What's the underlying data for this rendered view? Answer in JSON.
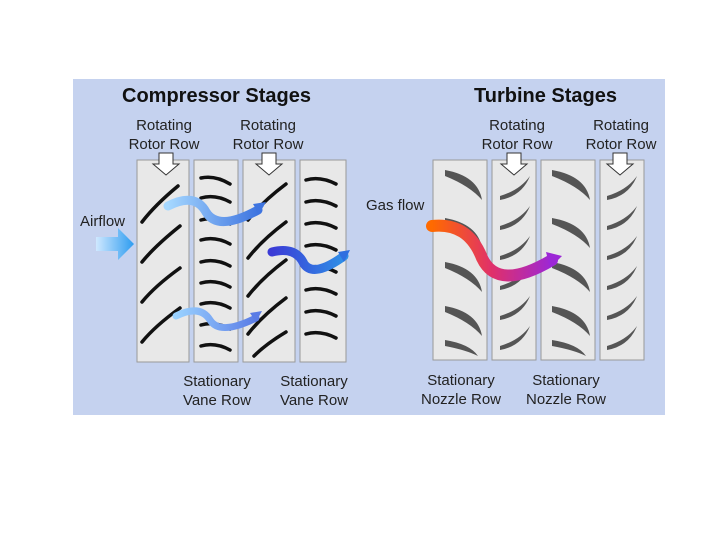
{
  "titles": {
    "compressor": "Compressor Stages",
    "turbine": "Turbine Stages"
  },
  "labels": {
    "compressor_rotor_1": [
      "Rotating",
      "Rotor Row"
    ],
    "compressor_rotor_2": [
      "Rotating",
      "Rotor Row"
    ],
    "turbine_rotor_1": [
      "Rotating",
      "Rotor Row"
    ],
    "turbine_rotor_2": [
      "Rotating",
      "Rotor Row"
    ],
    "compressor_vane_1": [
      "Stationary",
      "Vane Row"
    ],
    "compressor_vane_2": [
      "Stationary",
      "Vane Row"
    ],
    "turbine_nozzle_1": [
      "Stationary",
      "Nozzle Row"
    ],
    "turbine_nozzle_2": [
      "Stationary",
      "Nozzle Row"
    ],
    "airflow": "Airflow",
    "gas_flow": "Gas flow"
  },
  "colors": {
    "panel_background": "#c5d2ef",
    "blade_column": "#e8e8e8",
    "compressor_blade": "#111111",
    "turbine_blade": "#555555",
    "airflow_arrow": "#39a9f5",
    "gas_flow_start": "#ff6a00",
    "gas_flow_end": "#9c27d6"
  }
}
